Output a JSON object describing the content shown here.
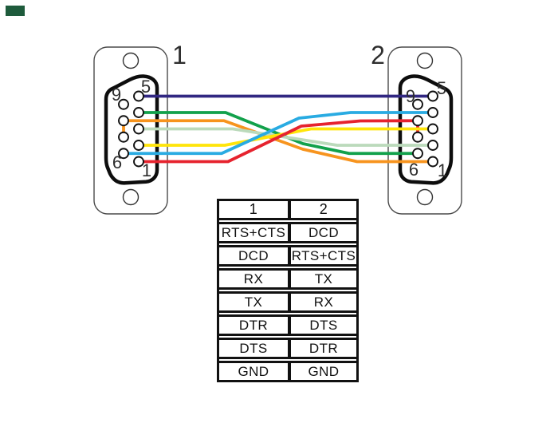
{
  "brand": {
    "mark_color": "#1e5b3c"
  },
  "connector_left": {
    "label": "1",
    "pin_top_right": "5",
    "pin_top_left": "9",
    "pin_bottom_left": "6",
    "pin_bottom_right": "1"
  },
  "connector_right": {
    "label": "2",
    "pin_top_right": "5",
    "pin_top_left": "9",
    "pin_bottom_left": "6",
    "pin_bottom_right": "1"
  },
  "wires": [
    {
      "name": "GND to GND",
      "color": "#312782"
    },
    {
      "name": "DTR to DTS",
      "color": "#12A14B"
    },
    {
      "name": "RTS+CTS to DCD",
      "color": "#F7941E"
    },
    {
      "name": "TX to RX",
      "color": "#BBDABB"
    },
    {
      "name": "RX to TX",
      "color": "#FFE50A"
    },
    {
      "name": "DTS to DTR",
      "color": "#29ABE2"
    },
    {
      "name": "DCD to RTS+CTS",
      "color": "#E6232E"
    }
  ],
  "table": {
    "headers": [
      "1",
      "2"
    ],
    "rows": [
      [
        "RTS+CTS",
        "DCD"
      ],
      [
        "DCD",
        "RTS+CTS"
      ],
      [
        "RX",
        "TX"
      ],
      [
        "TX",
        "RX"
      ],
      [
        "DTR",
        "DTS"
      ],
      [
        "DTS",
        "DTR"
      ],
      [
        "GND",
        "GND"
      ]
    ]
  }
}
